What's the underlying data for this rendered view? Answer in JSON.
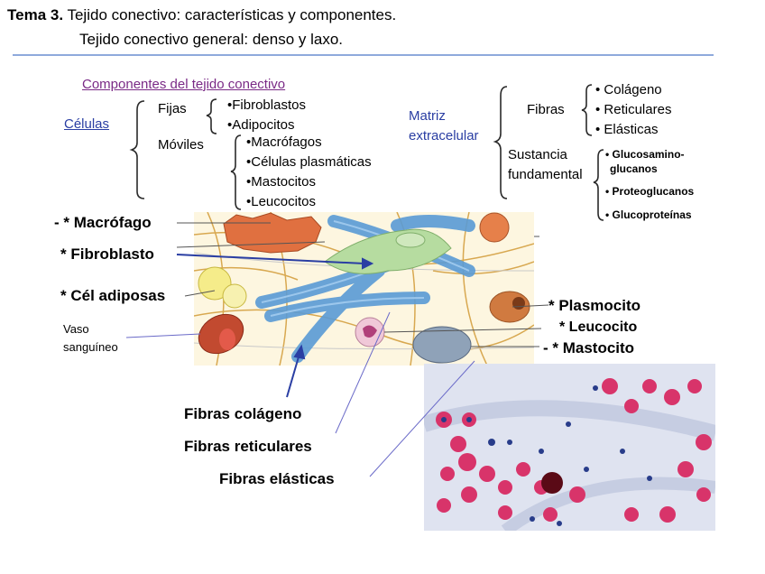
{
  "header": {
    "title_bold": "Tema 3.",
    "title_rest": " Tejido conectivo: características y componentes.",
    "subtitle": "Tejido conectivo general: denso y laxo."
  },
  "components": {
    "title": "Componentes del tejido conectivo",
    "cells_label": "Células",
    "fixed_label": "Fijas",
    "fixed_items": [
      "•Fibroblastos",
      "•Adipocitos"
    ],
    "mobile_label": "Móviles",
    "mobile_items": [
      "•Macrófagos",
      "•Células plasmáticas",
      "•Mastocitos",
      "•Leucocitos"
    ],
    "matrix_label_1": "Matriz",
    "matrix_label_2": "extracelular",
    "fibers_label": "Fibras",
    "fiber_items": [
      "• Colágeno",
      "• Reticulares",
      "• Elásticas"
    ],
    "ground_label_1": "Sustancia",
    "ground_label_2": "fundamental",
    "ground_items": [
      "• Glucosamino-",
      "glucanos",
      "• Proteoglucanos",
      "• Glucoproteínas"
    ]
  },
  "diagram_labels": {
    "macrofago": "- * Macrófago",
    "fibroblasto": "* Fibroblasto",
    "adiposas": "* Cél adiposas",
    "vaso_1": "Vaso",
    "vaso_2": "sanguíneo",
    "plasmocito": "* Plasmocito",
    "leucocito": "* Leucocito",
    "mastocito": "- * Mastocito",
    "fibras_colageno": "Fibras colágeno",
    "fibras_reticulares": "Fibras reticulares",
    "fibras_elasticas": "Fibras elásticas"
  },
  "colors": {
    "header_rule": "#8faadc",
    "title_purple": "#7a2a86",
    "label_blue": "#2a3ea3",
    "collagen_blue": "#5a9bd5",
    "fibroblast_green": "#b6dca0",
    "diagram_bg": "#fdf6e0",
    "histology_bg": "#dfe3f0"
  }
}
